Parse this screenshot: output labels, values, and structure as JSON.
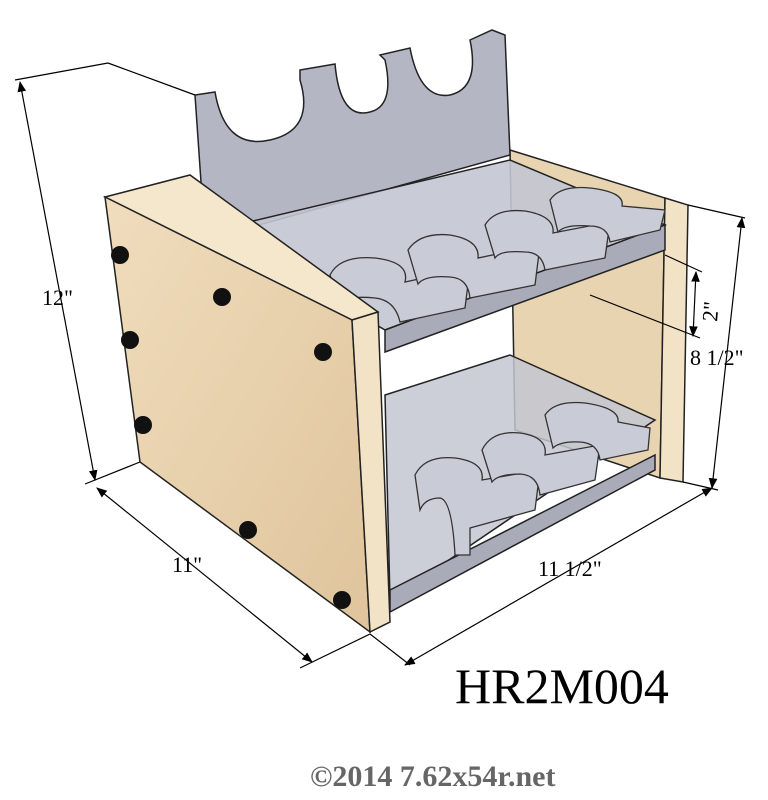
{
  "drawing": {
    "model_number": "HR2M004",
    "copyright": "©2014 7.62x54r.net",
    "dimensions": {
      "height": "12\"",
      "depth": "11\"",
      "width": "11 1/2\"",
      "side_height": "8 1/2\"",
      "shelf_gap": "2\""
    },
    "colors": {
      "plywood": "#e8d3b0",
      "acrylic": "#b9bcc8",
      "bolt": "#111111",
      "copyright_text": "#666666"
    }
  }
}
